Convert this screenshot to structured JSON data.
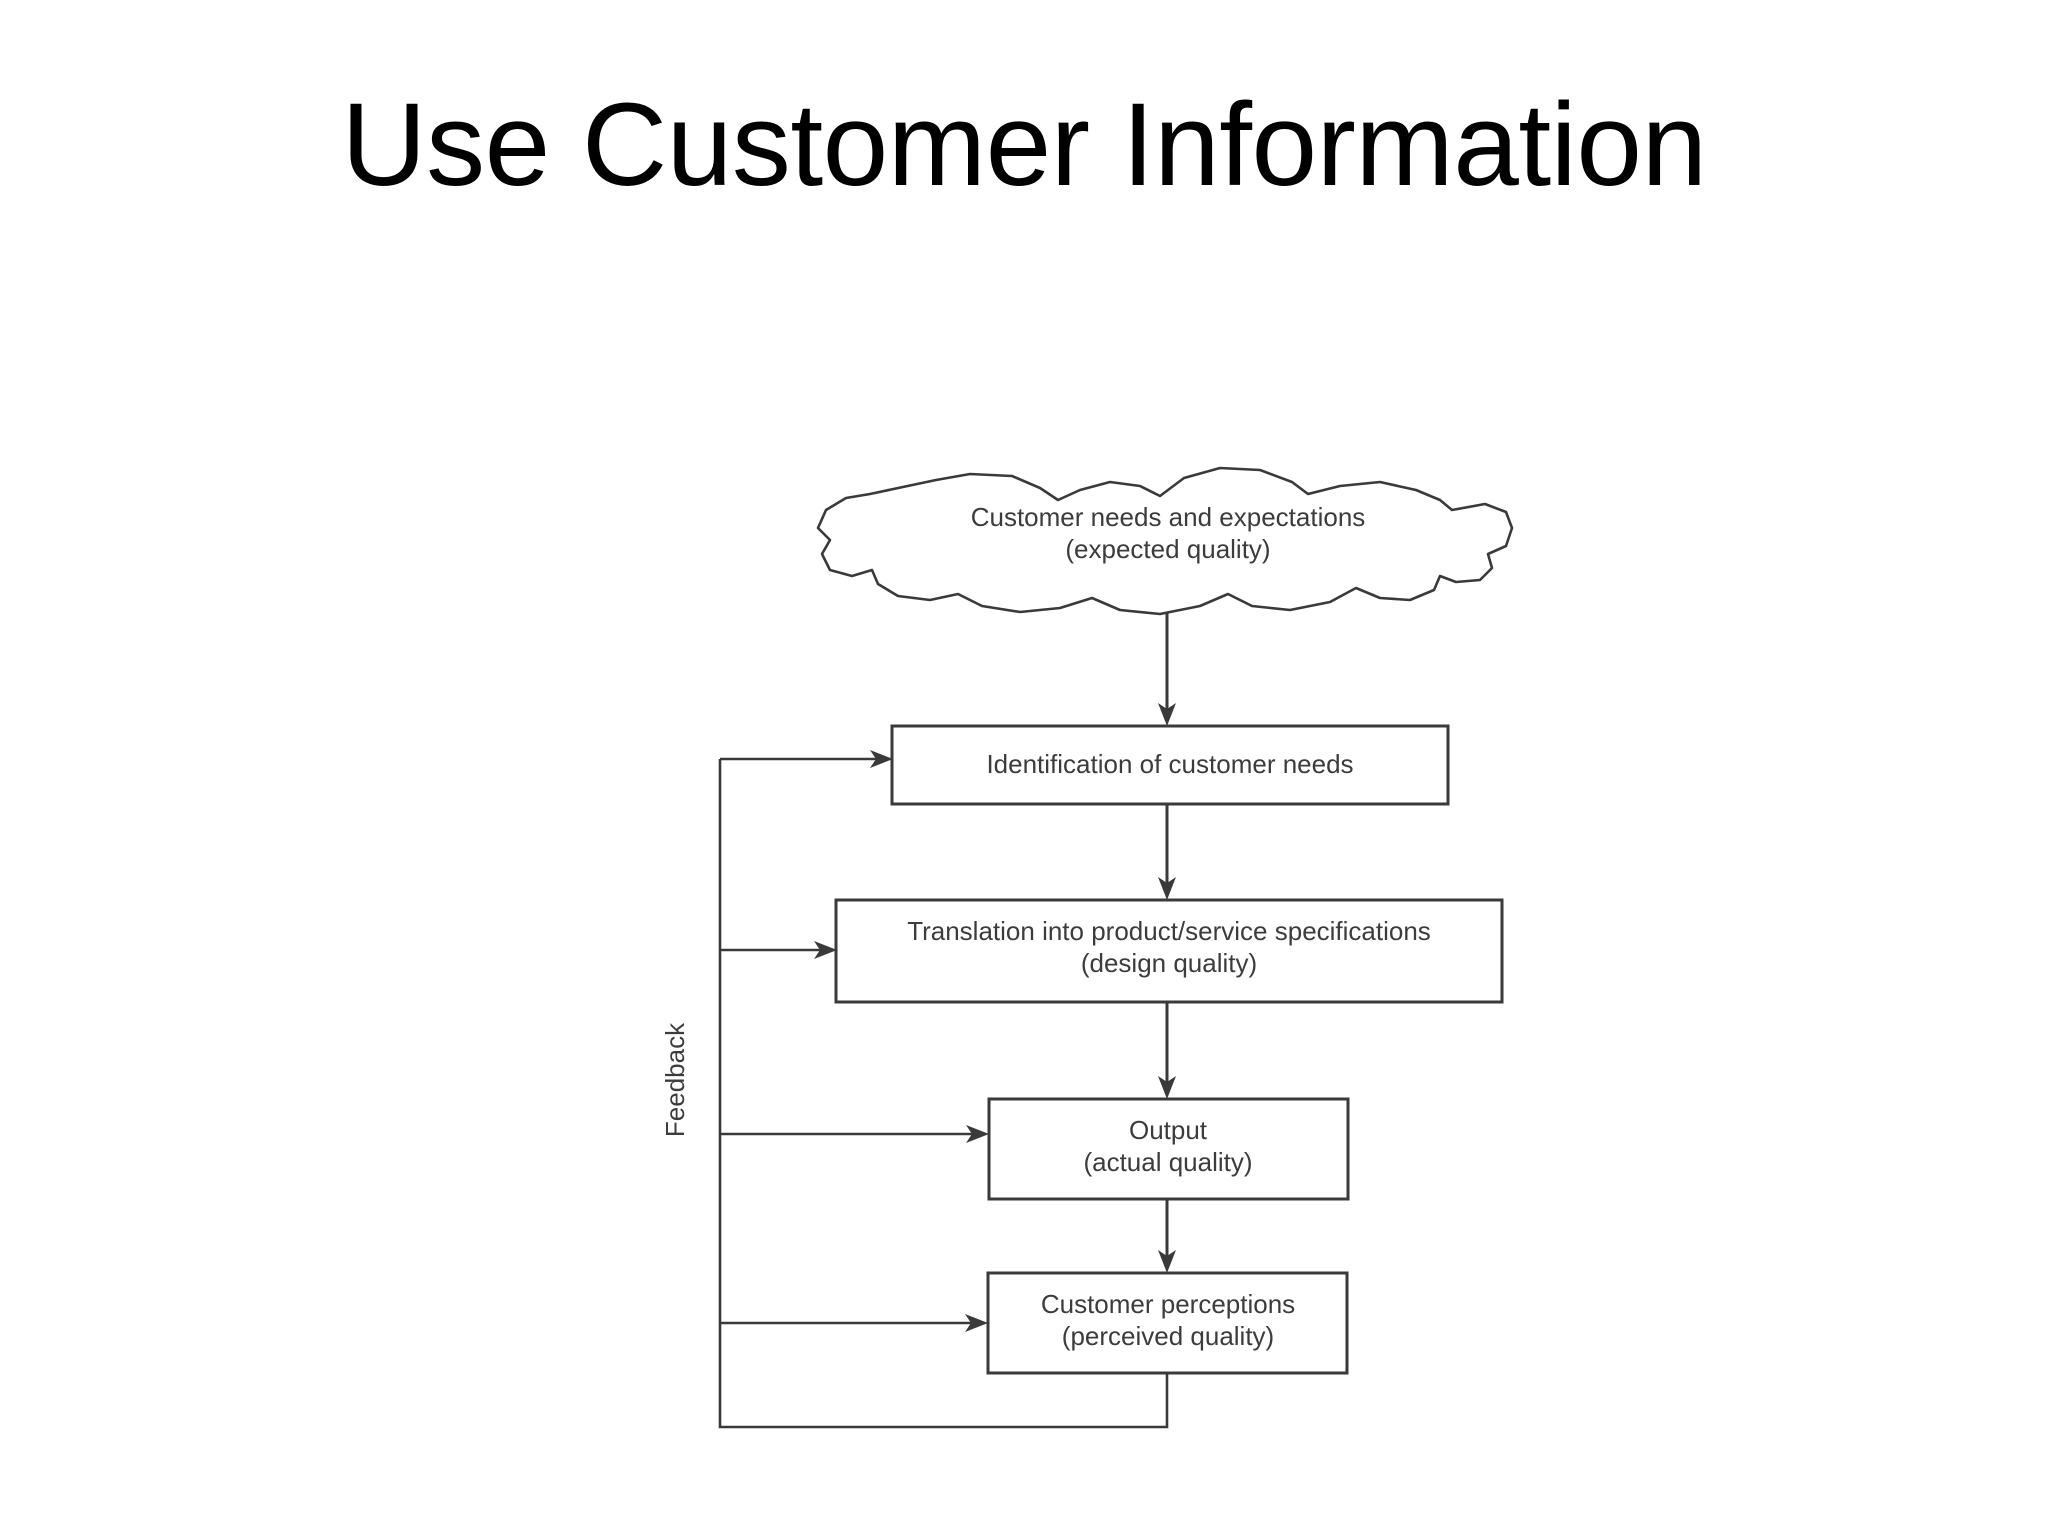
{
  "slide": {
    "title": "Use Customer Information",
    "background_color": "#ffffff",
    "title_color": "#000000"
  },
  "diagram": {
    "name": "customer-information-quality-loop",
    "stroke_color": "#3a3a3a",
    "text_color": "#3c3c3c",
    "feedback_label": "Feedback",
    "cloud": {
      "line1": "Customer needs and expectations",
      "line2": "(expected quality)"
    },
    "nodes": [
      {
        "id": "identification",
        "line1": "Identification of customer needs",
        "line2": ""
      },
      {
        "id": "translation",
        "line1": "Translation into product/service specifications",
        "line2": "(design quality)"
      },
      {
        "id": "output",
        "line1": "Output",
        "line2": "(actual quality)"
      },
      {
        "id": "perceptions",
        "line1": "Customer perceptions",
        "line2": "(perceived quality)"
      }
    ]
  }
}
